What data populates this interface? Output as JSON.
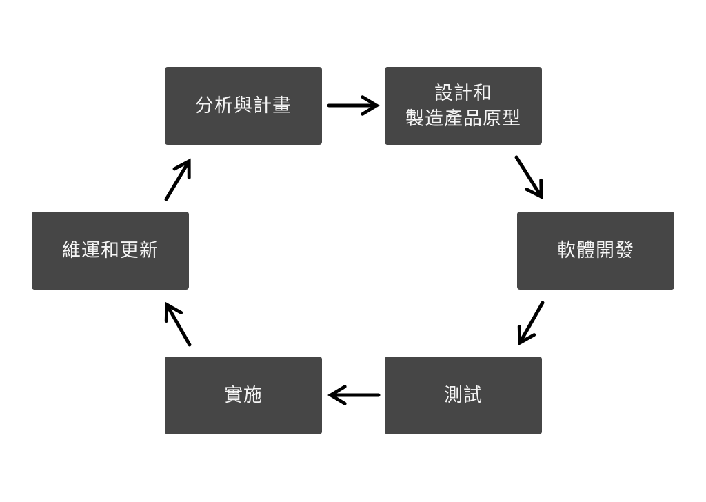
{
  "page": {
    "background_color": "#ffffff"
  },
  "diagram": {
    "type": "cycle-flowchart",
    "node_fill_color": "#464646",
    "node_text_color": "#f5f5f5",
    "arrow_color": "#000000",
    "nodes": [
      {
        "id": "analysis-planning",
        "label": "分析與計畫"
      },
      {
        "id": "design-prototype",
        "label": "設計和\n製造產品原型"
      },
      {
        "id": "software-development",
        "label": "軟體開發"
      },
      {
        "id": "testing",
        "label": "測試"
      },
      {
        "id": "implementation",
        "label": "實施"
      },
      {
        "id": "maintenance-update",
        "label": "維運和更新"
      }
    ],
    "edges": [
      {
        "from": "analysis-planning",
        "to": "design-prototype"
      },
      {
        "from": "design-prototype",
        "to": "software-development"
      },
      {
        "from": "software-development",
        "to": "testing"
      },
      {
        "from": "testing",
        "to": "implementation"
      },
      {
        "from": "implementation",
        "to": "maintenance-update"
      },
      {
        "from": "maintenance-update",
        "to": "analysis-planning"
      }
    ]
  }
}
